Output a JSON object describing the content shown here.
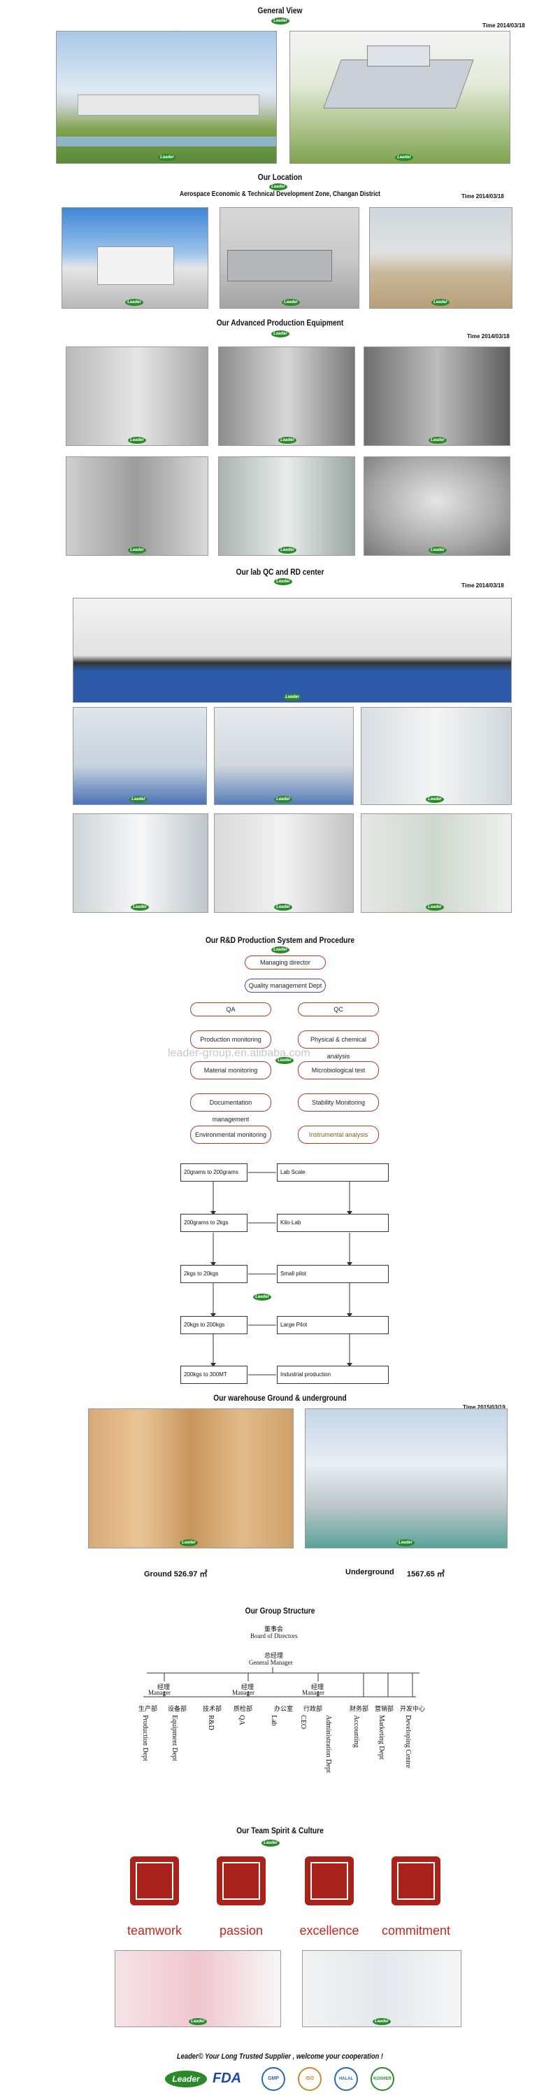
{
  "sections": {
    "general_view": {
      "title": "General View",
      "time": "Time 2014/03/18"
    },
    "location": {
      "title": "Our Location",
      "subtitle": "Aerospace Economic & Technical Development Zone, Changan District",
      "time": "Time 2014/03/18"
    },
    "equipment": {
      "title": "Our Advanced Production Equipment",
      "time": "Time 2014/03/18"
    },
    "lab": {
      "title": "Our lab QC and RD center",
      "time": "Time 2014/03/18"
    },
    "procedure": {
      "title": "Our R&D Production System and Procedure"
    },
    "warehouse": {
      "title": "Our warehouse Ground & underground",
      "time": "Time 2015/03/19",
      "ground_label": "Ground 526.97 ㎡",
      "underground_label": "Underground",
      "underground_value": "1567.65 ㎡"
    },
    "group": {
      "title": "Our Group Structure"
    },
    "spirit": {
      "title": "Our Team Spirit & Culture"
    }
  },
  "logo_text": "Leader",
  "watermark": "leader-group.en.alibaba.com",
  "flow": {
    "managing_director": "Managing director",
    "quality_dept": "Quality management Dept",
    "qa": "QA",
    "qc": "QC",
    "left": [
      "Production monitoring",
      "Material monitoring",
      "Documentation management",
      "Environmental monitoring"
    ],
    "right": [
      "Physical & chemical analysis",
      "Microbiological test",
      "Stability Monitoring",
      "Instrumental analysis"
    ],
    "scale_left": [
      "20grams to 200grams",
      "200grams to 2kgs",
      "2kgs to 20kgs",
      "20kgs to 200kgs",
      "200kgs to 300MT"
    ],
    "scale_right": [
      "Lab Scale",
      "Kilo-Lab",
      "Small pilot",
      "Large Pilot",
      "Industrial production"
    ]
  },
  "org": {
    "board_cn": "董事会",
    "board_en": "Board of Directors",
    "gm_cn": "总经理",
    "gm_en": "General Manager",
    "mgr_cn": "经理",
    "mgr_en": "Manager",
    "depts_cn": [
      "生产部",
      "设备部",
      "技术部",
      "质检部",
      "办公室",
      "行政部",
      "财务部",
      "营销部",
      "开发中心"
    ],
    "depts_en": [
      "Production Dept",
      "Equipment Dept",
      "R&D",
      "QA",
      "Lab",
      "CEO",
      "Administration Dept",
      "Accounting",
      "Marketing Dept",
      "Developing Centre"
    ]
  },
  "spirit_words": [
    "teamwork",
    "passion",
    "excellence",
    "commitment"
  ],
  "footer": {
    "text": "Leader© Your Long Trusted Supplier , welcome your cooperation !",
    "certs": [
      "Leader",
      "FDA",
      "GMP",
      "ISO",
      "HALAL",
      "KOSHER"
    ]
  },
  "colors": {
    "brand_green": "#2a8a2a",
    "spirit_red": "#a8231b",
    "flow_red": "#b23b2e"
  }
}
